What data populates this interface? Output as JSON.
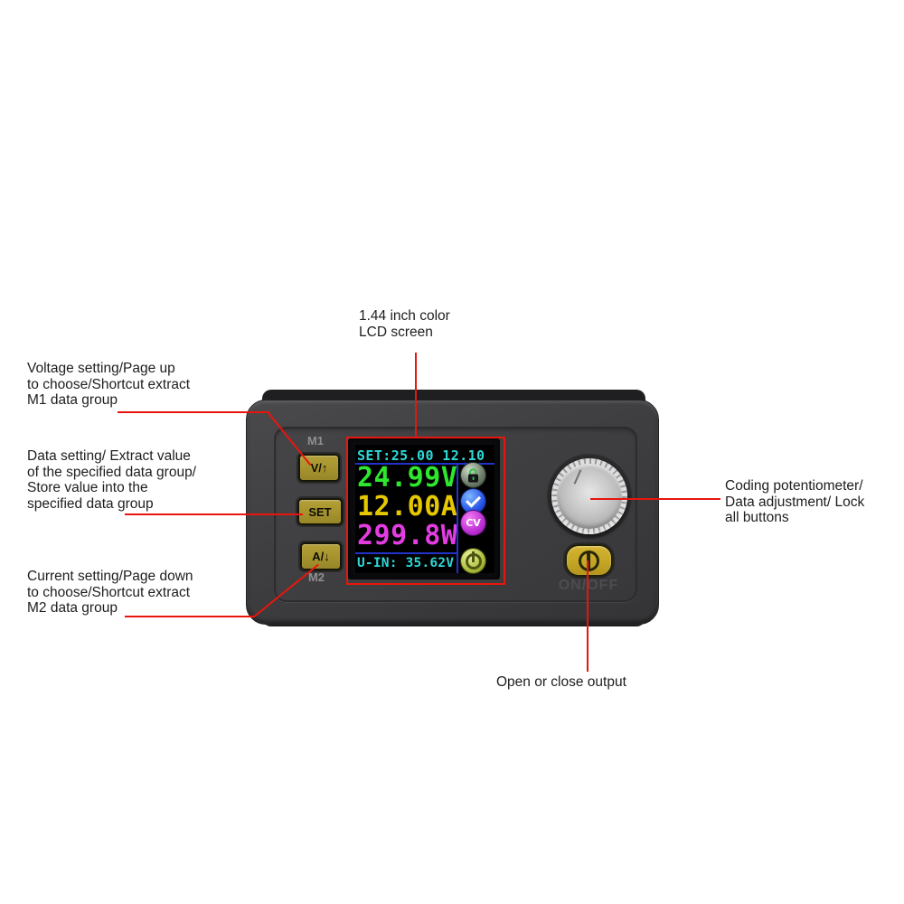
{
  "annotations": {
    "lcd": {
      "text": "1.44 inch color\nLCD screen"
    },
    "voltage": {
      "text": "Voltage setting/Page up\nto choose/Shortcut extract\nM1 data group"
    },
    "data": {
      "text": "Data setting/ Extract value\nof the specified data group/\nStore value into the\nspecified data group"
    },
    "current": {
      "text": "Current setting/Page down\nto choose/Shortcut extract\nM2 data group"
    },
    "knob": {
      "text": "Coding potentiometer/\nData adjustment/ Lock\nall buttons"
    },
    "output": {
      "text": "Open or close output"
    }
  },
  "device": {
    "labels": {
      "m1": "M1",
      "m2": "M2",
      "onoff": "ON/OFF"
    },
    "buttons": {
      "voltage_up": "V/↑",
      "set": "SET",
      "current_down": "A/↓"
    },
    "lcd": {
      "set_row": "SET:25.00 12.10",
      "voltage": "24.99V",
      "current": "12.00A",
      "power": "299.8W",
      "input_row": "U-IN: 35.62V",
      "cv_badge": "CV",
      "icons": [
        "unlock",
        "check",
        "cv-mode",
        "power"
      ]
    },
    "colors": {
      "callout_red": "#e8150d",
      "lcd_cyan": "#2fd8d8",
      "lcd_green": "#2ee62e",
      "lcd_yellow": "#e6c800",
      "lcd_magenta": "#e33ce3",
      "lcd_blue_line": "#2233cc",
      "button_olive": "#a6932d",
      "onoff_yellow": "#c3a424",
      "body_gray": "#3e3e40"
    }
  }
}
